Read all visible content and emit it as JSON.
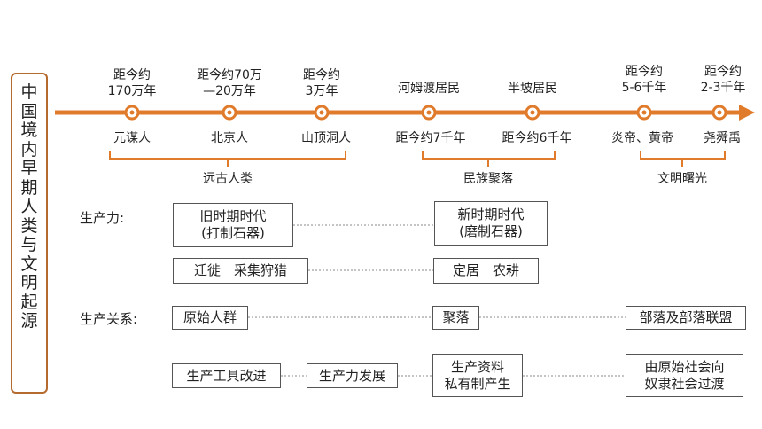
{
  "side_title": [
    "中",
    "国",
    "境",
    "内",
    "早",
    "期",
    "人",
    "类",
    "与",
    "文",
    "明",
    "起",
    "源"
  ],
  "timeline": {
    "top_labels": [
      {
        "l1": "距今约",
        "l2": "170万年"
      },
      {
        "l1": "距今约70万",
        "l2": "—20万年"
      },
      {
        "l1": "距今约",
        "l2": "3万年"
      },
      {
        "l1": "河姆渡居民",
        "l2": ""
      },
      {
        "l1": "半坡居民",
        "l2": ""
      },
      {
        "l1": "距今约",
        "l2": "5-6千年"
      },
      {
        "l1": "距今约",
        "l2": "2-3千年"
      }
    ],
    "bottom_labels": [
      "元谋人",
      "北京人",
      "山顶洞人",
      "距今约7千年",
      "距今约6千年",
      "炎帝、黄帝",
      "尧舜禹"
    ],
    "groups": [
      "远古人类",
      "民族聚落",
      "文明曙光"
    ]
  },
  "rows": {
    "productivity_label": "生产力:",
    "relations_label": "生产关系:"
  },
  "boxes": {
    "old_stone_l1": "旧时期时代",
    "old_stone_l2": "(打制石器)",
    "new_stone_l1": "新时期时代",
    "new_stone_l2": "(磨制石器)",
    "migrate": "迁徙　采集狩猎",
    "settle": "定居　农耕",
    "primitive": "原始人群",
    "settlement": "聚落",
    "tribe": "部落及部落联盟",
    "tool_improve": "生产工具改进",
    "productivity_dev": "生产力发展",
    "private_l1": "生产资料",
    "private_l2": "私有制产生",
    "transition_l1": "由原始社会向",
    "transition_l2": "奴隶社会过渡"
  },
  "colors": {
    "accent": "#e07b2c",
    "side_border": "#b56a2e"
  }
}
